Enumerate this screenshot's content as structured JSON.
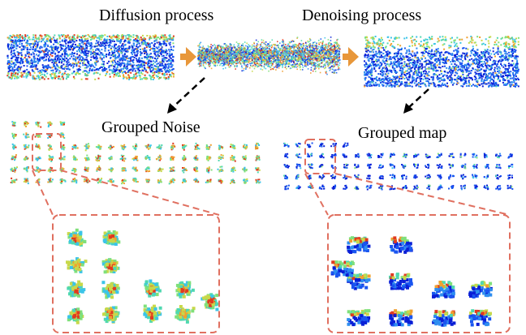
{
  "labels": {
    "diffusion": "Diffusion process",
    "denoising": "Denoising process",
    "grouped_noise": "Grouped Noise",
    "grouped_map": "Grouped map"
  },
  "colors": {
    "process_arrow": "#e8973a",
    "zoom_outline": "#e07060",
    "dashed_arrow": "#000000",
    "palette": [
      "#0a1fd6",
      "#1a55f0",
      "#2e8ef0",
      "#3bc4e8",
      "#4fd8b0",
      "#7fe07a",
      "#c8d84a",
      "#f0a030",
      "#e03a20"
    ]
  },
  "icons": {
    "process_arrow": "orange-arrow-icon",
    "dashed_arrow": "dashed-arrow-icon"
  }
}
